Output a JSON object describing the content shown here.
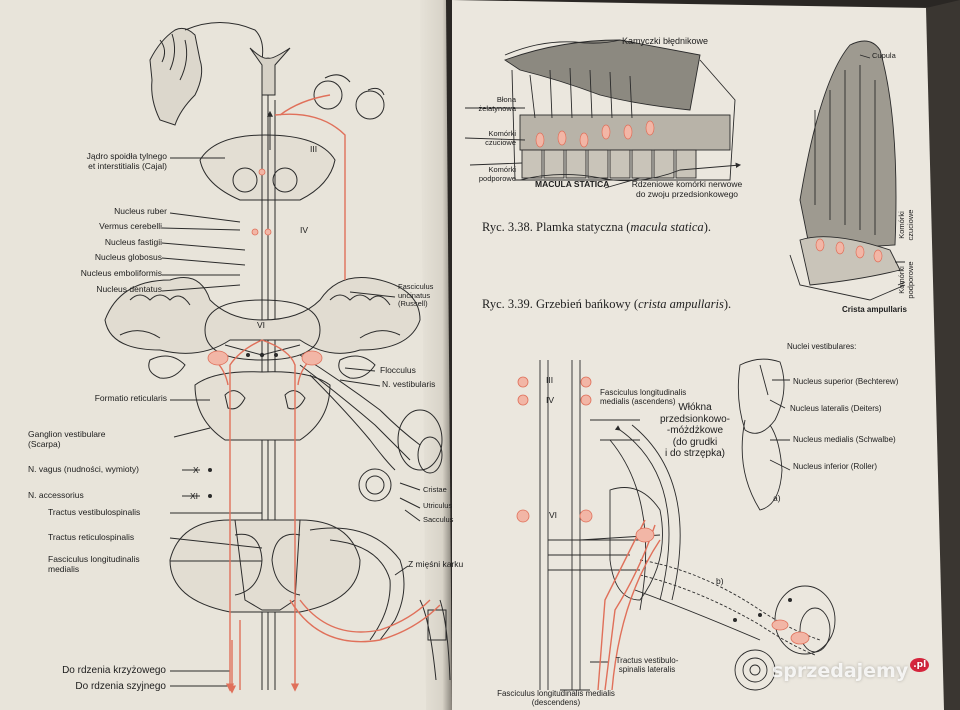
{
  "left_page": {
    "labels": {
      "jadro": "Jądro spoidła tylnego\net interstitialis (Cajal)",
      "nucleus_ruber": "Nucleus ruber",
      "vermus": "Vermus cerebelli",
      "fastigii": "Nucleus fastigii",
      "globosus": "Nucleus globosus",
      "emboliformis": "Nucleus emboliformis",
      "dentatus": "Nucleus dentatus",
      "formatio": "Formatio reticularis",
      "ganglion": "Ganglion vestibulare\n(Scarpa)",
      "vagus": "N. vagus (nudności, wymioty)",
      "accessorius": "N. accessorius",
      "tr_vestibulospinalis": "Tractus vestibulospinalis",
      "tr_reticulospinalis": "Tractus reticulospinalis",
      "fasc_long_med": "Fasciculus longitudinalis\nmedialis",
      "fasc_uncinatus": "Fasciculus\nuncinatus\n(Russell)",
      "flocculus": "Flocculus",
      "n_vestibularis": "N. vestibularis",
      "cristae": "Cristae",
      "utriculus": "Utriculus",
      "sacculus": "Sacculus",
      "z_miesni": "Z mięśni karku",
      "do_krzyz": "Do rdzenia krzyżowego",
      "do_szyj": "Do rdzenia szyjnego",
      "r_III": "III",
      "r_IV": "IV",
      "r_VI": "VI",
      "r_X": "X",
      "r_XI": "XI"
    }
  },
  "right_page": {
    "macula_labels": {
      "kamyczki": "Kamyczki błędnikowe",
      "blona": "Błona\nżelatynowa",
      "komorki_czuciowe": "Komórki\nczuciowe",
      "komorki_podporowe": "Komórki\npodporowe",
      "macula_statica": "MACULA STATICA",
      "rdzeniowe": "Rdzeniowe komórki nerwowe\ndo zwoju przedsionkowego"
    },
    "crista_labels": {
      "cupula": "Cupula",
      "komorki_czuciowe_v": "Komórki\nczuciowe",
      "komorki_podporowe_v": "Komórki\npodporowe",
      "crista_ampullaris": "Crista ampullaris"
    },
    "captions": {
      "fig338_prefix": "Ryc. 3.38. Plamka statyczna (",
      "fig338_term": "macula statica",
      "fig338_suffix": ").",
      "fig339_prefix": "Ryc. 3.39. Grzebień bańkowy (",
      "fig339_term": "crista ampullaris",
      "fig339_suffix": ")."
    },
    "nuclei_labels": {
      "title": "Nuclei vestibulares:",
      "superior": "Nucleus superior (Bechterew)",
      "lateralis": "Nucleus lateralis (Deiters)",
      "medialis": "Nucleus medialis (Schwalbe)",
      "inferior": "Nucleus inferior (Roller)",
      "a": "a)",
      "b": "b)"
    },
    "pathway_labels": {
      "fasc_asc": "Fasciculus longitudinalis\nmedialis (ascendens)",
      "wlokna": "Włókna\nprzedsionkowo-\n-móżdżkowe\n(do grudki\ni do strzępka)",
      "tr_lateralis": "Tractus vestibulo-\nspinalis lateralis",
      "fasc_desc": "Fasciculus longitudinalis medialis\n(descendens)",
      "r_III": "III",
      "r_IV": "IV",
      "r_VI": "VI"
    }
  },
  "watermark": {
    "text": "sprzedajemy",
    "suffix": ".pl"
  },
  "colors": {
    "paper": "#e9e5dc",
    "ink": "#2b2b2b",
    "accent": "#e0705a"
  }
}
